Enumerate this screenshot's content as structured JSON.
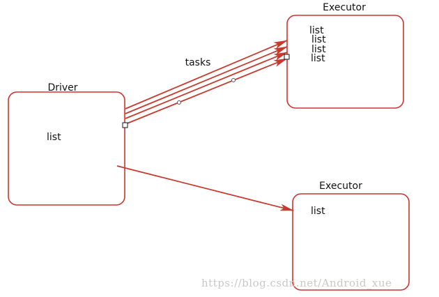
{
  "colors": {
    "stroke": "#cc3333",
    "arrow": "#c83a2e",
    "text": "#111111",
    "watermark": "#c8c8c8"
  },
  "driver": {
    "title": "Driver",
    "content": "list"
  },
  "executor_top": {
    "title": "Executor",
    "items": [
      "list",
      "list",
      "list",
      "list"
    ]
  },
  "executor_bottom": {
    "title": "Executor",
    "content": "list"
  },
  "edge_label": "tasks",
  "watermark": "https://blog.csdn.net/Android_xue"
}
